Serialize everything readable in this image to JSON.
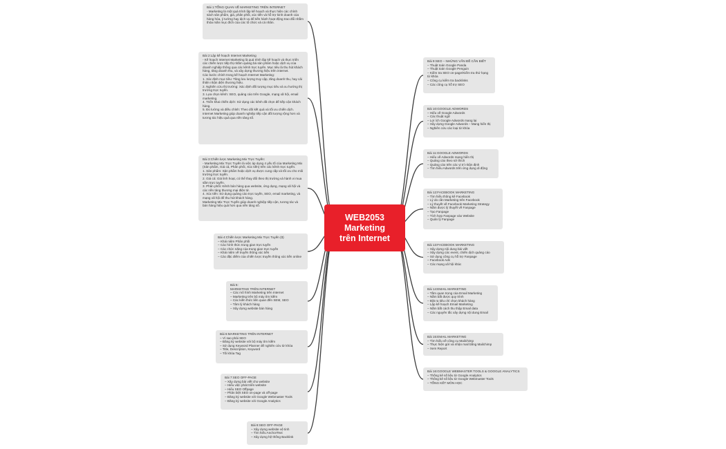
{
  "center": {
    "title": "WEB2053\nMarketing\ntrên Internet"
  },
  "left_nodes": [
    {
      "title": "Bài 1:TỔNG QUAN VỀ MARKETING TRÊN INTERNET",
      "lines": [
        "- Marketing là một quá trình lập kế hoạch và thực hiện các chính sách sản phẩm, giá, phân phối, xúc tiến và hỗ trợ kinh doanh của hàng hóa, ý tưởng hay dịch vụ để tiến hành hoạt động trao đổi nhằm thỏa mãn mục đích của các tổ chức và cá nhân."
      ]
    },
    {
      "title": "Bài 2:Lập kế hoạch Internet Marketing",
      "lines": [
        "- Kế hoạch Internet Marketing là quá trình lập kế hoạch và thực triển các chiến lược tiếp thị nhằm quảng bá sản phẩm hoặc dịch vụ của doanh nghiệp thông qua các kênh trực tuyến. Mục tiêu là thu hút khách hàng, tăng doanh thu, và xây dựng thương hiệu trên internet.",
        "Các bước chính trong kế hoạch Internet Marketing:",
        "1. Xác định mục tiêu: Tăng lưu lượng truy cập, tăng doanh thu, hay cải thiện nhận diện thương hiệu.",
        "2. Nghiên cứu thị trường: Xác định đối tượng mục tiêu và xu hướng thị trường trực tuyến.",
        "3. Lựa chọn kênh: SEO, quảng cáo trên Google, mạng xã hội, email marketing.",
        "4. Triển khai chiến dịch: Sử dụng các kênh đã chọn để tiếp cận khách hàng.",
        "5. Đo lường và điều chỉnh: Theo dõi kết quả và tối ưu chiến dịch.",
        "Internet Marketing giúp doanh nghiệp tiếp cận đối tượng rộng hơn và tương tác hiệu quả qua nền tảng số."
      ]
    },
    {
      "title": "Bài 3:Chiến lược Marketing Mix Trực Tuyến:",
      "lines": [
        "- Marketing Mix Trực Tuyến là việc áp dụng 4 yếu tố của Marketing Mix (Sản phẩm, Giá cả, Phân phối, Xúc tiến) trên các kênh trực tuyến.",
        "1. Sản phẩm: Sản phẩm hoặc dịch vụ được cung cấp và tối ưu cho môi trường trực tuyến.",
        "2. Giá cả: Giá linh hoạt, có thể thay đổi theo thị trường và hành vi mua sắm trực tuyến.",
        "3. Phân phối: Kênh bán hàng qua website, ứng dụng, mạng xã hội và các nền tảng thương mại điện tử.",
        "4. Xúc tiến: Sử dụng quảng cáo trực tuyến, SEO, email marketing, và mạng xã hội để thu hút khách hàng.",
        "Marketing Mix Trực Tuyến giúp doanh nghiệp tiếp cận, tương tác và bán hàng hiệu quả hơn qua nền tảng số."
      ]
    },
    {
      "title": "Bài 4:Chiến lược Marketing Mix Trực Tuyến (tt)",
      "lines": [
        "– Khái niệm Phân phối",
        "– Các hình thức trung gian trực tuyến",
        "– Các chức năng của trung gian trực tuyến",
        "– Khái niệm về truyền thông xúc tiến",
        "– Các đặc điểm của chiến lược truyền thông xúc tiến online"
      ]
    },
    {
      "title": "Bài 5:",
      "lines": [
        "MARKETING TRÊN INTERNET",
        "– Các mô hình Marketing trên Internet",
        "– Marketing trên bộ máy tìm kiếm",
        "– Các kiến thức liên quan đến SEM, SEO",
        "– Tâm lý khách hàng",
        "– Xây dựng website bán hàng"
      ]
    },
    {
      "title": "Bài 6:MARKETING TRÊN INTERNET",
      "lines": [
        "– Vì sao phải SEO",
        "– Đăng ký website với bộ máy tìm kiếm",
        "– Sử dụng Keyword Planner để nghiên cứu từ khóa",
        "– Title, Description, Keyword",
        "– Tối khóa Tag"
      ]
    },
    {
      "title": "Bài 7:SEO OFF-PAGE",
      "lines": [
        "– Xây dựng bài viết cho website",
        "– Hiểu việc phát triển website",
        "– Hiểu SEO Offpage",
        "– Phân biệt SEO on-page và off-page",
        "– Đăng ký website với Google Webmaster Tools",
        "– Đăng ký website với Google Analytics"
      ]
    },
    {
      "title": "Bài 8:SEO OFF-PAGE",
      "lines": [
        "– Xây dựng website vệ tinh",
        "– Tìm hiểu AnchorText",
        "– Xây dựng hệ thống Backlink"
      ]
    }
  ],
  "right_nodes": [
    {
      "title": "Bài 9:SEO – NHỮNG VẤN ĐỀ CẦN BIẾT",
      "lines": [
        "– Thuật toán Google Panda",
        "– Thuật toán Google Penguin",
        "– Kiểm tra SEO on-page/Kiểm tra thứ hạng từ khóa",
        "– Công cụ kiểm tra backlinks",
        "– Các công cụ hỗ trợ SEO"
      ]
    },
    {
      "title": "Bài 10:GOOGLE ADWORDS",
      "lines": [
        "– Hiểu về Google Adwords",
        "– Các thuật ngữ",
        "– Lợi ích Google Adwords mang lại",
        "– Xây dựng Google Adwords – Mang hiển thị",
        "– Nghiên cứu các loại từ khóa"
      ]
    },
    {
      "title": "Bài 11:GOOGLE ADWORDS",
      "lines": [
        "– Hiểu về Adwords mạng hiển thị",
        "– Quảng cáo theo sở thích",
        "– Quảng cáo trên các vị trí nhận định",
        "– Tìm hiểu Adwords trên ứng dụng di động"
      ]
    },
    {
      "title": "Bài 12:FACEBOOK MARKETING",
      "lines": [
        "– Tìm hiểu thông kê Facebook",
        "– Lý do cần Marketing trên Facebook",
        "– Lý thuyết về Facebook Marketing Strategy",
        "– Nắm được lý thuyết về Fanpage",
        "– Tạo Fanpage",
        "– Tích hợp Fanpage vào Website",
        "– Quản lý Fanpage"
      ]
    },
    {
      "title": "Bài 13:FACEBOOK MARKETING",
      "lines": [
        "– Xây dựng nội dung bài viết",
        "– Xây dựng các event, chiến dịch quảng cáo",
        "– Sử dụng công cụ hỗ trợ Fanpage",
        "– Facebook Ads",
        "– Các mạng xã hội khác"
      ]
    },
    {
      "title": "Bài 14:EMAIL MARKETING",
      "lines": [
        "– Tầm quan trọng của Email Marketing",
        "– Nắm bắt được quy trình",
        "– Đặt ra tiêu chí chọn khách hàng",
        "– Lập kế hoạch Email Marketing",
        "– Nắm bắt cách thu thập Email data",
        "– Các nguyên tắc xây dựng nội dung Email"
      ]
    },
    {
      "title": "Bài 15:EMAIL MARKETING",
      "lines": [
        "– Tìm hiểu về công cụ Mailchimp",
        "– Thực hiện gửi và nhận mail bằng Mailchimp",
        "– Xem Report"
      ]
    },
    {
      "title": "Bài 16:GOOGLE WEBMASTER TOOLS & GOOGLE ANALYTICS",
      "lines": [
        "– Thống kê số liệu từ Google Analytics",
        "– Thống kê số liệu từ Google Webmaster Tools",
        "– TỔNG KẾT MÔN HỌC"
      ]
    }
  ],
  "colors": {
    "center": "#e8202a",
    "node": "#e6e6e6",
    "link": "#3a3a3a"
  }
}
